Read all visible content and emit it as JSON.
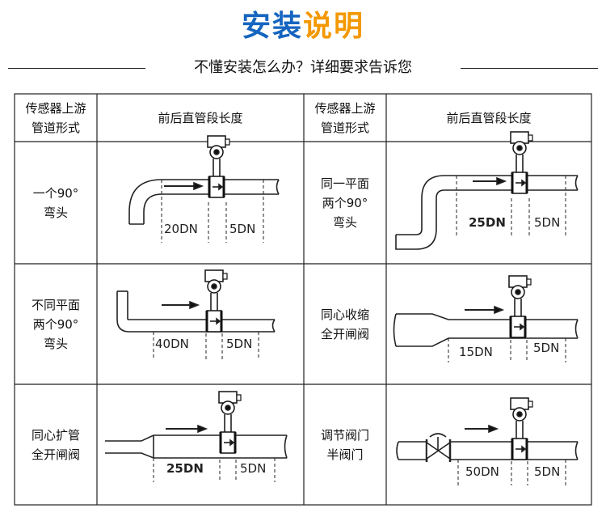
{
  "title": {
    "part1": "安装",
    "part2": "说明"
  },
  "subtitle": "不懂安装怎么办？详细要求告诉您",
  "table": {
    "header_type": "传感器上游\n管道形式",
    "header_length": "前后直管段长度",
    "rows": [
      {
        "left_label": "一个90°\n弯头",
        "left_up": "20DN",
        "left_down": "5DN",
        "right_label": "同一平面\n两个90°\n弯头",
        "right_up": "25DN",
        "right_down": "5DN"
      },
      {
        "left_label": "不同平面\n两个90°\n弯头",
        "left_up": "40DN",
        "left_down": "5DN",
        "right_label": "同心收缩\n全开闸阀",
        "right_up": "15DN",
        "right_down": "5DN"
      },
      {
        "left_label": "同心扩管\n全开闸阀",
        "left_up": "25DN",
        "left_down": "5DN",
        "right_label": "调节阀门\n半阀门",
        "right_up": "50DN",
        "right_down": "5DN"
      }
    ]
  }
}
